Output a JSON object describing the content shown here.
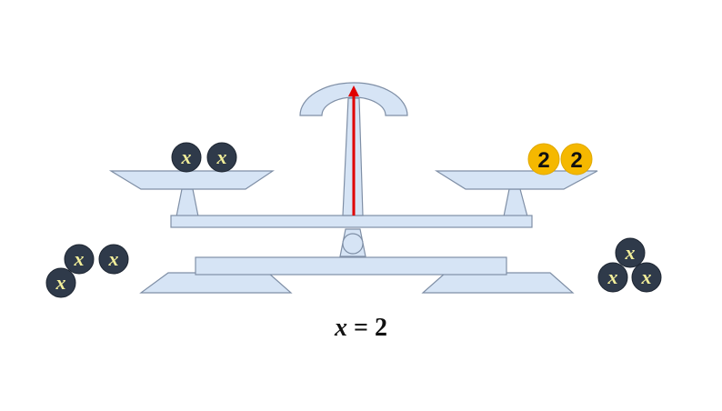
{
  "colors": {
    "scale_fill": "#d6e4f5",
    "scale_stroke": "#7f8fa6",
    "pointer": "#e00000",
    "var_token_fill": "#2f3a4a",
    "var_token_text": "#f3ef9a",
    "num_token_fill": "#f5b800",
    "num_token_text": "#111111"
  },
  "left_pan_tokens": [
    "x",
    "x"
  ],
  "right_pan_tokens": [
    "2",
    "2"
  ],
  "left_outside_tokens": [
    "x",
    "x",
    "x"
  ],
  "right_outside_tokens": [
    "x",
    "x",
    "x"
  ],
  "equation": {
    "variable": "x",
    "rest": " = 2"
  }
}
